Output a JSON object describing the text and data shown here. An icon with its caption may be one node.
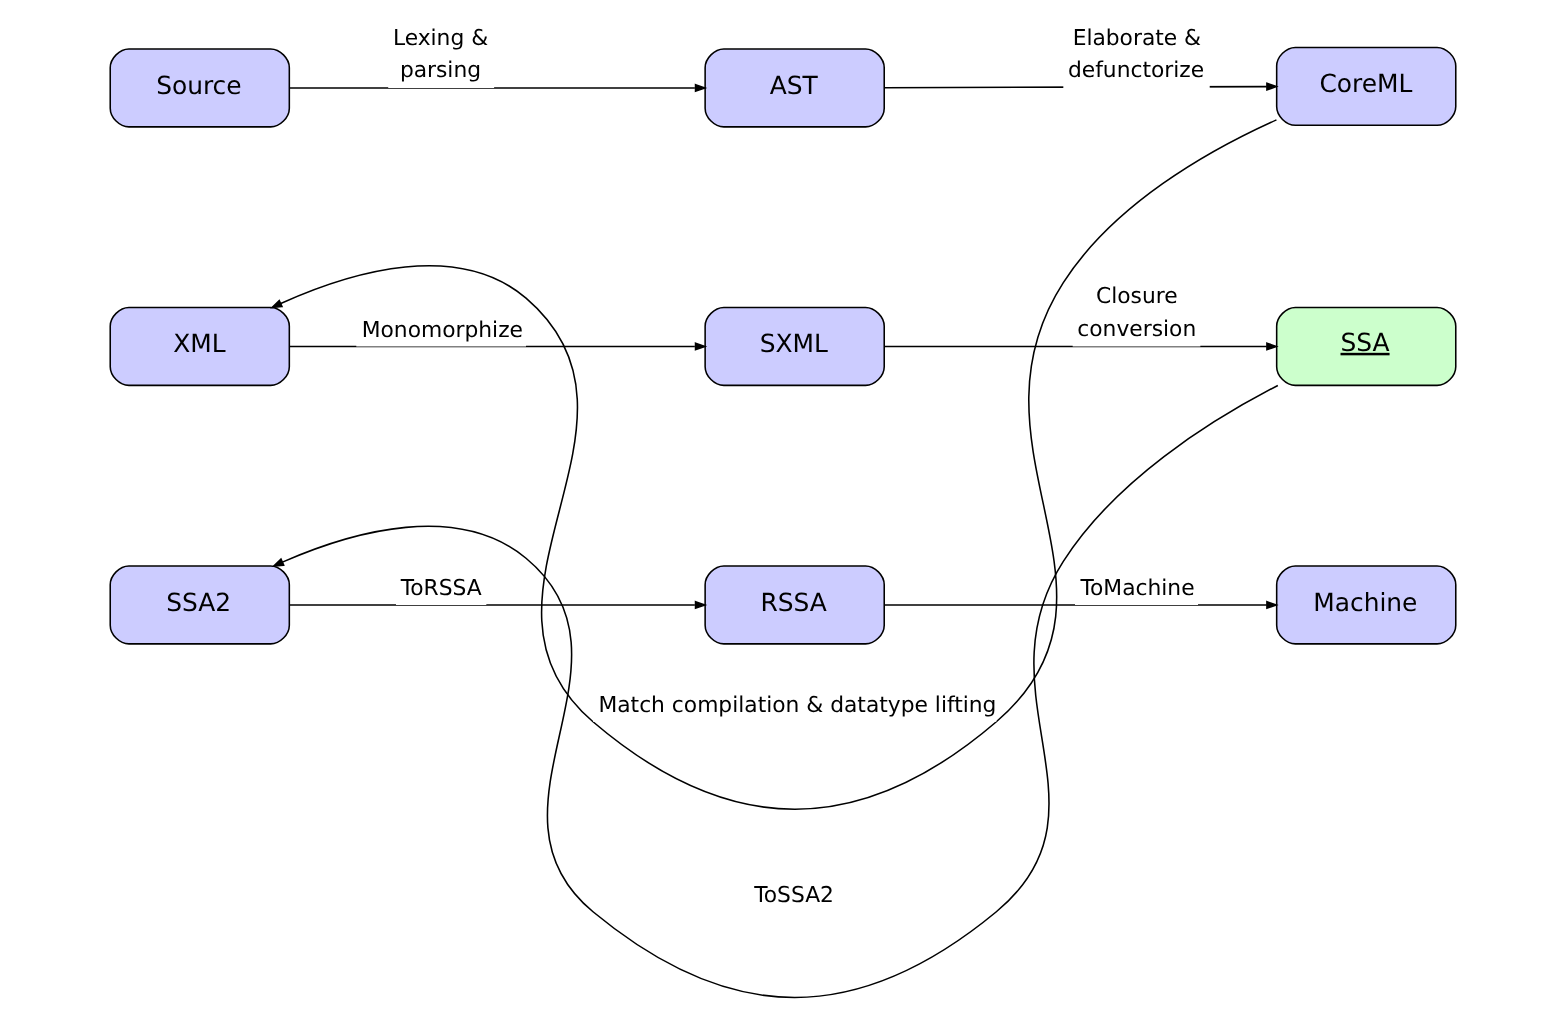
{
  "diagram": {
    "nodes": [
      {
        "text": [
          "Source"
        ]
      },
      {
        "text": [
          "AST"
        ]
      },
      {
        "text": [
          "CoreML"
        ]
      },
      {
        "text": [
          "XML"
        ]
      },
      {
        "text": [
          "SXML"
        ]
      },
      {
        "text": [
          "SSA"
        ]
      },
      {
        "text": [
          "SSA2"
        ]
      },
      {
        "text": [
          "RSSA"
        ]
      },
      {
        "text": [
          "Machine"
        ]
      }
    ],
    "edges": [
      {
        "from": 0,
        "to": 1,
        "arrow": "to",
        "label": "Lexing & parsing"
      },
      {
        "from": 1,
        "to": 2,
        "arrow": "to",
        "label": "Elaborate & defunctorize"
      },
      {
        "from": 2,
        "to": 3,
        "arrow": "to",
        "label": "Match compilation & datatype lifting"
      },
      {
        "from": 3,
        "to": 4,
        "arrow": "to",
        "label": "Monomorphize"
      },
      {
        "from": 4,
        "to": 5,
        "arrow": "to",
        "label": "Closure conversion"
      },
      {
        "from": 5,
        "to": 6,
        "arrow": "to",
        "label": "ToSSA2"
      },
      {
        "from": 6,
        "to": 7,
        "arrow": "to",
        "label": "ToRSSA"
      },
      {
        "from": 7,
        "to": 8,
        "arrow": "to",
        "label": "ToMachine"
      }
    ]
  }
}
